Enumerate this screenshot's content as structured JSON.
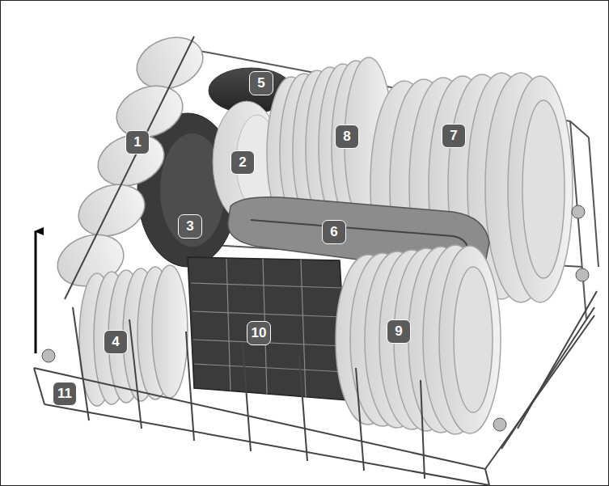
{
  "diagram": {
    "labels": [
      "1",
      "2",
      "3",
      "4",
      "5",
      "6",
      "7",
      "8",
      "9",
      "10",
      "11"
    ]
  }
}
